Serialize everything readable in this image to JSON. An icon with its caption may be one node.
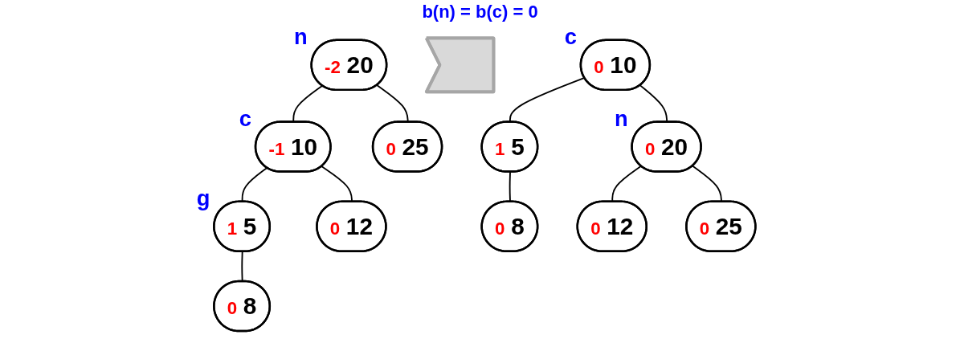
{
  "diagram": {
    "title": "b(n) = b(c) = 0",
    "nodes": [
      {
        "text": [
          "-2",
          "20"
        ],
        "beside": [
          "n"
        ]
      },
      {
        "text": [
          "-1",
          "10"
        ],
        "beside": [
          "c"
        ]
      },
      {
        "text": [
          "0",
          "25"
        ]
      },
      {
        "text": [
          "1",
          "5"
        ],
        "beside": [
          "g"
        ]
      },
      {
        "text": [
          "0",
          "12"
        ]
      },
      {
        "text": [
          "0",
          "8"
        ]
      },
      {
        "text": [],
        "shape": "chevron"
      },
      {
        "text": [
          "0",
          "10"
        ],
        "beside": [
          "c"
        ]
      },
      {
        "text": [
          "1",
          "5"
        ]
      },
      {
        "text": [
          "0",
          "20"
        ],
        "beside": [
          "n"
        ]
      },
      {
        "text": [
          "0",
          "8"
        ]
      },
      {
        "text": [
          "0",
          "12"
        ]
      },
      {
        "text": [
          "0",
          "25"
        ]
      }
    ],
    "edges": [
      {
        "from": 0,
        "to": 1,
        "arrow": "none"
      },
      {
        "from": 0,
        "to": 2,
        "arrow": "none"
      },
      {
        "from": 1,
        "to": 3,
        "arrow": "none"
      },
      {
        "from": 1,
        "to": 4,
        "arrow": "none"
      },
      {
        "from": 3,
        "to": 5,
        "arrow": "none"
      },
      {
        "from": 7,
        "to": 8,
        "arrow": "none"
      },
      {
        "from": 7,
        "to": 9,
        "arrow": "none"
      },
      {
        "from": 8,
        "to": 10,
        "arrow": "none"
      },
      {
        "from": 9,
        "to": 11,
        "arrow": "none"
      },
      {
        "from": 9,
        "to": 12,
        "arrow": "none"
      }
    ]
  }
}
